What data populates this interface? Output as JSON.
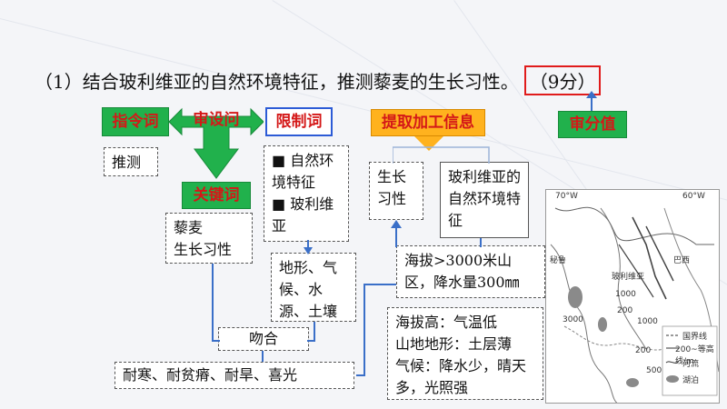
{
  "question": {
    "text": "（1）结合玻利维亚的自然环境特征，推测藜麦的生长习性。",
    "score": "（9分）"
  },
  "tags": {
    "instruction": "指令词",
    "review": "审设问",
    "limit": "限制词",
    "keyword": "关键词",
    "extract": "提取加工信息",
    "score_value": "审分值"
  },
  "boxes": {
    "instruction_word": "推测",
    "limit_words": [
      "自然环境特征",
      "玻利维亚"
    ],
    "keywords": [
      "藜麦",
      "生长习性"
    ],
    "factors": "地形、气候、水源、土壤",
    "match": "吻合",
    "conclusion": "耐寒、耐贫瘠、耐旱、喜光",
    "growth": "生长习性",
    "natural_env": "玻利维亚的自然环境特征",
    "altitude": "海拔>3000米山区，降水量300㎜",
    "analysis": [
      "海拔高：气温低",
      "山地地形：土层薄",
      "气候：降水少，晴天多，光照强"
    ]
  },
  "map": {
    "lon_left": "70°W",
    "lon_right": "60°W",
    "country_label": "玻利维亚",
    "country_left": "秘鲁",
    "country_right": "巴西",
    "contours": [
      "3000",
      "200",
      "1000",
      "1000",
      "200",
      "500"
    ],
    "legend": [
      "国界线",
      "200~等高线/m",
      "河流",
      "湖泊"
    ]
  },
  "colors": {
    "tag_green": "#21b14c",
    "tag_orange": "#ffb21e",
    "tag_text_red": "#d41818",
    "blue_line": "#3a6fc8"
  }
}
